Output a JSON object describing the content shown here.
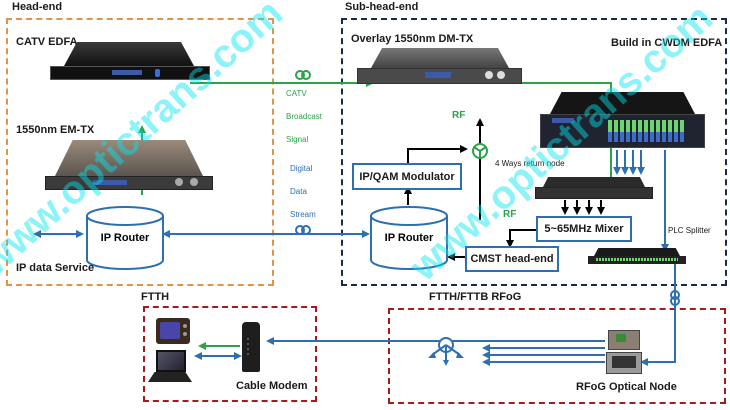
{
  "zones": {
    "head_end": "Head-end",
    "sub_head_end": "Sub-head-end",
    "ftth": "FTTH",
    "ftth_fttb_rfog": "FTTH/FTTB RFoG"
  },
  "devices": {
    "catv_edfa": "CATV EDFA",
    "em_tx": "1550nm EM-TX",
    "dm_tx": "Overlay 1550nm DM-TX",
    "cwdm_edfa": "Build in CWDM EDFA",
    "return_node": "4 Ways return node",
    "plc_splitter": "PLC Splitter",
    "cable_modem": "Cable Modem",
    "rfog_node": "RFoG Optical Node"
  },
  "boxes": {
    "ip_router_left": "IP Router",
    "ip_router_right": "IP Router",
    "qam_modulator": "IP/QAM Modulator",
    "mixer": "5~65MHz Mixer",
    "cmst": "CMST head-end"
  },
  "labels": {
    "ip_data_service": "IP data Service",
    "catv_lines": [
      "CATV",
      "Broadcast",
      "Signal"
    ],
    "digital_lines": [
      "Digital",
      "Data",
      "Stream"
    ],
    "rf_top": "RF",
    "rf_bottom": "RF"
  },
  "icons": {
    "fiber_coil": "fiber-coil-icon",
    "combiner": "rf-combiner-icon",
    "splitter": "rf-splitter-icon",
    "tv": "tv-icon",
    "laptop": "laptop-icon"
  },
  "colors": {
    "catv_line": "#2aa34a",
    "data_line": "#2e6fb2",
    "rf_line": "#000000",
    "head_end_border": "#e0934a",
    "sub_head_end_border": "#142b52",
    "ftth_border": "#a11d1d",
    "watermark": "#00e6f0"
  },
  "watermark": "www.optictrans.com"
}
